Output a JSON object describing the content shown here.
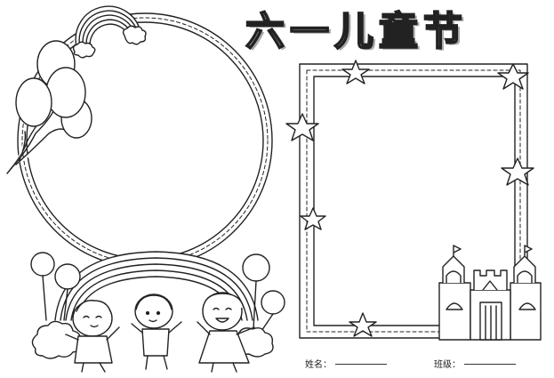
{
  "title": "六一儿童节",
  "footer": {
    "name_label": "姓名：",
    "class_label": "班级："
  },
  "elements": {
    "left_frame": "circle-frame",
    "right_frame": "rectangle-frame",
    "decorations": [
      "rainbow-top",
      "balloon-bunch",
      "rainbow-bottom",
      "three-children",
      "castle",
      "stars",
      "clouds"
    ]
  },
  "colors": {
    "ink": "#222222",
    "background": "#ffffff",
    "shadow": "#aaaaaa"
  }
}
